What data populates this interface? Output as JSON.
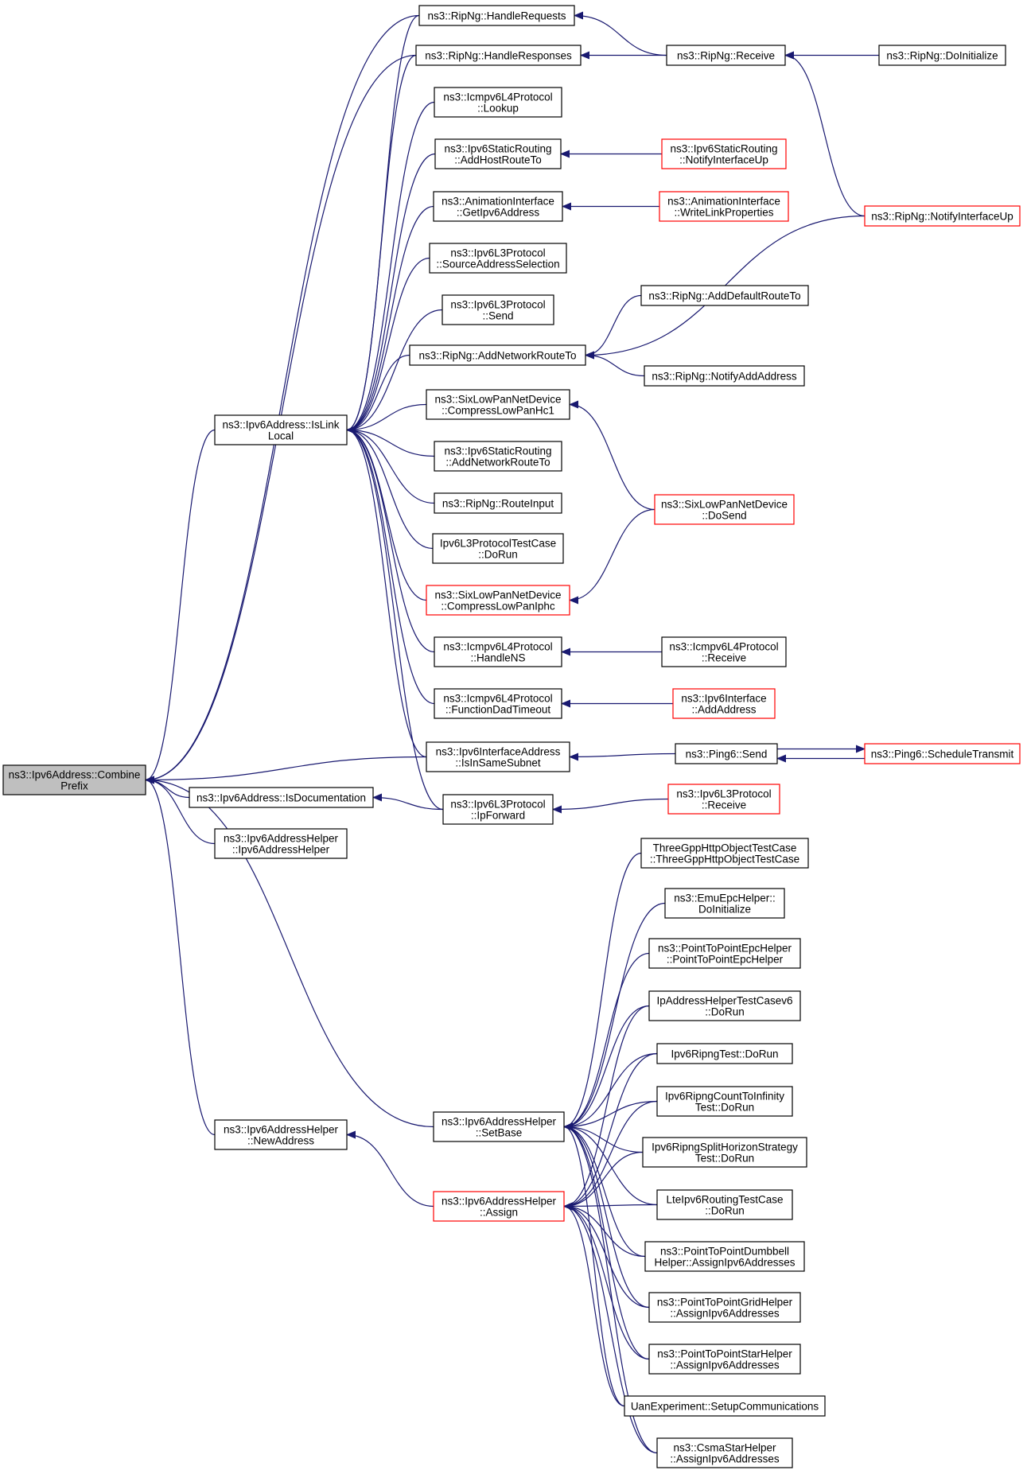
{
  "graph": {
    "nodes": [
      {
        "id": "root",
        "lines": [
          "ns3::Ipv6Address::Combine",
          "Prefix"
        ],
        "style": "gray"
      },
      {
        "id": "handlereq",
        "lines": [
          "ns3::RipNg::HandleRequests"
        ],
        "style": "black"
      },
      {
        "id": "handleresp",
        "lines": [
          "ns3::RipNg::HandleResponses"
        ],
        "style": "black"
      },
      {
        "id": "ripngrecv",
        "lines": [
          "ns3::RipNg::Receive"
        ],
        "style": "black"
      },
      {
        "id": "ripngdoinit",
        "lines": [
          "ns3::RipNg::DoInitialize"
        ],
        "style": "black"
      },
      {
        "id": "icmplookup",
        "lines": [
          "ns3::Icmpv6L4Protocol",
          "::Lookup"
        ],
        "style": "black"
      },
      {
        "id": "addhost",
        "lines": [
          "ns3::Ipv6StaticRouting",
          "::AddHostRouteTo"
        ],
        "style": "black"
      },
      {
        "id": "notifyifup_static",
        "lines": [
          "ns3::Ipv6StaticRouting",
          "::NotifyInterfaceUp"
        ],
        "style": "red"
      },
      {
        "id": "getipv6",
        "lines": [
          "ns3::AnimationInterface",
          "::GetIpv6Address"
        ],
        "style": "black"
      },
      {
        "id": "writelink",
        "lines": [
          "ns3::AnimationInterface",
          "::WriteLinkProperties"
        ],
        "style": "red"
      },
      {
        "id": "ripnotifyup",
        "lines": [
          "ns3::RipNg::NotifyInterfaceUp"
        ],
        "style": "red"
      },
      {
        "id": "srcaddrsel",
        "lines": [
          "ns3::Ipv6L3Protocol",
          "::SourceAddressSelection"
        ],
        "style": "black"
      },
      {
        "id": "l3send",
        "lines": [
          "ns3::Ipv6L3Protocol",
          "::Send"
        ],
        "style": "black"
      },
      {
        "id": "adddefault",
        "lines": [
          "ns3::RipNg::AddDefaultRouteTo"
        ],
        "style": "black"
      },
      {
        "id": "addnetwork_rip",
        "lines": [
          "ns3::RipNg::AddNetworkRouteTo"
        ],
        "style": "black"
      },
      {
        "id": "notifyaddaddr",
        "lines": [
          "ns3::RipNg::NotifyAddAddress"
        ],
        "style": "black"
      },
      {
        "id": "islinklocal",
        "lines": [
          "ns3::Ipv6Address::IsLink",
          "Local"
        ],
        "style": "black"
      },
      {
        "id": "compresshc1",
        "lines": [
          "ns3::SixLowPanNetDevice",
          "::CompressLowPanHc1"
        ],
        "style": "black"
      },
      {
        "id": "addnetwork_static",
        "lines": [
          "ns3::Ipv6StaticRouting",
          "::AddNetworkRouteTo"
        ],
        "style": "black"
      },
      {
        "id": "routeinput",
        "lines": [
          "ns3::RipNg::RouteInput"
        ],
        "style": "black"
      },
      {
        "id": "sixdosend",
        "lines": [
          "ns3::SixLowPanNetDevice",
          "::DoSend"
        ],
        "style": "red"
      },
      {
        "id": "l3testcase",
        "lines": [
          "Ipv6L3ProtocolTestCase",
          "::DoRun"
        ],
        "style": "black"
      },
      {
        "id": "compressiphc",
        "lines": [
          "ns3::SixLowPanNetDevice",
          "::CompressLowPanIphc"
        ],
        "style": "red"
      },
      {
        "id": "handlens",
        "lines": [
          "ns3::Icmpv6L4Protocol",
          "::HandleNS"
        ],
        "style": "black"
      },
      {
        "id": "icmprecv",
        "lines": [
          "ns3::Icmpv6L4Protocol",
          "::Receive"
        ],
        "style": "black"
      },
      {
        "id": "dadtimeout",
        "lines": [
          "ns3::Icmpv6L4Protocol",
          "::FunctionDadTimeout"
        ],
        "style": "black"
      },
      {
        "id": "ifaceaddaddr",
        "lines": [
          "ns3::Ipv6Interface",
          "::AddAddress"
        ],
        "style": "red"
      },
      {
        "id": "issamesubnet",
        "lines": [
          "ns3::Ipv6InterfaceAddress",
          "::IsInSameSubnet"
        ],
        "style": "black"
      },
      {
        "id": "ping6send",
        "lines": [
          "ns3::Ping6::Send"
        ],
        "style": "black"
      },
      {
        "id": "ping6sched",
        "lines": [
          "ns3::Ping6::ScheduleTransmit"
        ],
        "style": "red"
      },
      {
        "id": "isdoc",
        "lines": [
          "ns3::Ipv6Address::IsDocumentation"
        ],
        "style": "black"
      },
      {
        "id": "ipforward",
        "lines": [
          "ns3::Ipv6L3Protocol",
          "::IpForward"
        ],
        "style": "black"
      },
      {
        "id": "l3recv",
        "lines": [
          "ns3::Ipv6L3Protocol",
          "::Receive"
        ],
        "style": "red"
      },
      {
        "id": "helperctor",
        "lines": [
          "ns3::Ipv6AddressHelper",
          "::Ipv6AddressHelper"
        ],
        "style": "black"
      },
      {
        "id": "threegpp",
        "lines": [
          "ThreeGppHttpObjectTestCase",
          "::ThreeGppHttpObjectTestCase"
        ],
        "style": "black"
      },
      {
        "id": "emuepc",
        "lines": [
          "ns3::EmuEpcHelper::",
          "DoInitialize"
        ],
        "style": "black"
      },
      {
        "id": "p2pepc",
        "lines": [
          "ns3::PointToPointEpcHelper",
          "::PointToPointEpcHelper"
        ],
        "style": "black"
      },
      {
        "id": "iphelpertest",
        "lines": [
          "IpAddressHelperTestCasev6",
          "::DoRun"
        ],
        "style": "black"
      },
      {
        "id": "ripngtest",
        "lines": [
          "Ipv6RipngTest::DoRun"
        ],
        "style": "black"
      },
      {
        "id": "countinf",
        "lines": [
          "Ipv6RipngCountToInfinity",
          "Test::DoRun"
        ],
        "style": "black"
      },
      {
        "id": "splithorizon",
        "lines": [
          "Ipv6RipngSplitHorizonStrategy",
          "Test::DoRun"
        ],
        "style": "black"
      },
      {
        "id": "setbase",
        "lines": [
          "ns3::Ipv6AddressHelper",
          "::SetBase"
        ],
        "style": "black"
      },
      {
        "id": "newaddress",
        "lines": [
          "ns3::Ipv6AddressHelper",
          "::NewAddress"
        ],
        "style": "black"
      },
      {
        "id": "assign",
        "lines": [
          "ns3::Ipv6AddressHelper",
          "::Assign"
        ],
        "style": "red"
      },
      {
        "id": "lteipv6",
        "lines": [
          "LteIpv6RoutingTestCase",
          "::DoRun"
        ],
        "style": "black"
      },
      {
        "id": "dumbbell",
        "lines": [
          "ns3::PointToPointDumbbell",
          "Helper::AssignIpv6Addresses"
        ],
        "style": "black"
      },
      {
        "id": "grid",
        "lines": [
          "ns3::PointToPointGridHelper",
          "::AssignIpv6Addresses"
        ],
        "style": "black"
      },
      {
        "id": "star",
        "lines": [
          "ns3::PointToPointStarHelper",
          "::AssignIpv6Addresses"
        ],
        "style": "black"
      },
      {
        "id": "uan",
        "lines": [
          "UanExperiment::SetupCommunications"
        ],
        "style": "black"
      },
      {
        "id": "csmastar",
        "lines": [
          "ns3::CsmaStarHelper",
          "::AssignIpv6Addresses"
        ],
        "style": "black"
      }
    ],
    "edges": [
      {
        "from": "handlereq",
        "to": "root"
      },
      {
        "from": "handleresp",
        "to": "root"
      },
      {
        "from": "islinklocal",
        "to": "root"
      },
      {
        "from": "issamesubnet",
        "to": "root"
      },
      {
        "from": "isdoc",
        "to": "root"
      },
      {
        "from": "helperctor",
        "to": "root"
      },
      {
        "from": "newaddress",
        "to": "root"
      },
      {
        "from": "setbase",
        "to": "root"
      },
      {
        "from": "ripngrecv",
        "to": "handlereq"
      },
      {
        "from": "ripngrecv",
        "to": "handleresp"
      },
      {
        "from": "ripngdoinit",
        "to": "ripngrecv"
      },
      {
        "from": "ripnotifyup",
        "to": "ripngrecv"
      },
      {
        "from": "handlereq",
        "to": "islinklocal"
      },
      {
        "from": "handleresp",
        "to": "islinklocal"
      },
      {
        "from": "icmplookup",
        "to": "islinklocal"
      },
      {
        "from": "addhost",
        "to": "islinklocal"
      },
      {
        "from": "getipv6",
        "to": "islinklocal"
      },
      {
        "from": "srcaddrsel",
        "to": "islinklocal"
      },
      {
        "from": "l3send",
        "to": "islinklocal"
      },
      {
        "from": "addnetwork_rip",
        "to": "islinklocal"
      },
      {
        "from": "compresshc1",
        "to": "islinklocal"
      },
      {
        "from": "addnetwork_static",
        "to": "islinklocal"
      },
      {
        "from": "routeinput",
        "to": "islinklocal"
      },
      {
        "from": "l3testcase",
        "to": "islinklocal"
      },
      {
        "from": "compressiphc",
        "to": "islinklocal"
      },
      {
        "from": "handlens",
        "to": "islinklocal"
      },
      {
        "from": "dadtimeout",
        "to": "islinklocal"
      },
      {
        "from": "issamesubnet",
        "to": "islinklocal"
      },
      {
        "from": "ipforward",
        "to": "islinklocal"
      },
      {
        "from": "notifyifup_static",
        "to": "addhost"
      },
      {
        "from": "writelink",
        "to": "getipv6"
      },
      {
        "from": "adddefault",
        "to": "addnetwork_rip"
      },
      {
        "from": "ripnotifyup",
        "to": "addnetwork_rip"
      },
      {
        "from": "notifyaddaddr",
        "to": "addnetwork_rip"
      },
      {
        "from": "sixdosend",
        "to": "compresshc1"
      },
      {
        "from": "sixdosend",
        "to": "compressiphc"
      },
      {
        "from": "icmprecv",
        "to": "handlens"
      },
      {
        "from": "ifaceaddaddr",
        "to": "dadtimeout"
      },
      {
        "from": "ping6send",
        "to": "issamesubnet"
      },
      {
        "from": "ping6sched",
        "to": "ping6send"
      },
      {
        "from": "ping6send",
        "to": "ping6sched"
      },
      {
        "from": "ipforward",
        "to": "isdoc"
      },
      {
        "from": "l3recv",
        "to": "ipforward"
      },
      {
        "from": "assign",
        "to": "newaddress"
      },
      {
        "from": "threegpp",
        "to": "setbase"
      },
      {
        "from": "emuepc",
        "to": "setbase"
      },
      {
        "from": "p2pepc",
        "to": "setbase"
      },
      {
        "from": "iphelpertest",
        "to": "setbase"
      },
      {
        "from": "ripngtest",
        "to": "setbase"
      },
      {
        "from": "countinf",
        "to": "setbase"
      },
      {
        "from": "splithorizon",
        "to": "setbase"
      },
      {
        "from": "lteipv6",
        "to": "setbase"
      },
      {
        "from": "dumbbell",
        "to": "setbase"
      },
      {
        "from": "grid",
        "to": "setbase"
      },
      {
        "from": "star",
        "to": "setbase"
      },
      {
        "from": "uan",
        "to": "setbase"
      },
      {
        "from": "csmastar",
        "to": "setbase"
      },
      {
        "from": "iphelpertest",
        "to": "assign"
      },
      {
        "from": "ripngtest",
        "to": "assign"
      },
      {
        "from": "countinf",
        "to": "assign"
      },
      {
        "from": "splithorizon",
        "to": "assign"
      },
      {
        "from": "lteipv6",
        "to": "assign"
      },
      {
        "from": "dumbbell",
        "to": "assign"
      },
      {
        "from": "grid",
        "to": "assign"
      },
      {
        "from": "star",
        "to": "assign"
      },
      {
        "from": "uan",
        "to": "assign"
      },
      {
        "from": "csmastar",
        "to": "assign"
      }
    ],
    "colors": {
      "edge": "#191970",
      "node_border": "#000000",
      "node_border_external": "#ff0000",
      "root_fill": "#bfbfbf",
      "node_fill": "#ffffff"
    }
  }
}
